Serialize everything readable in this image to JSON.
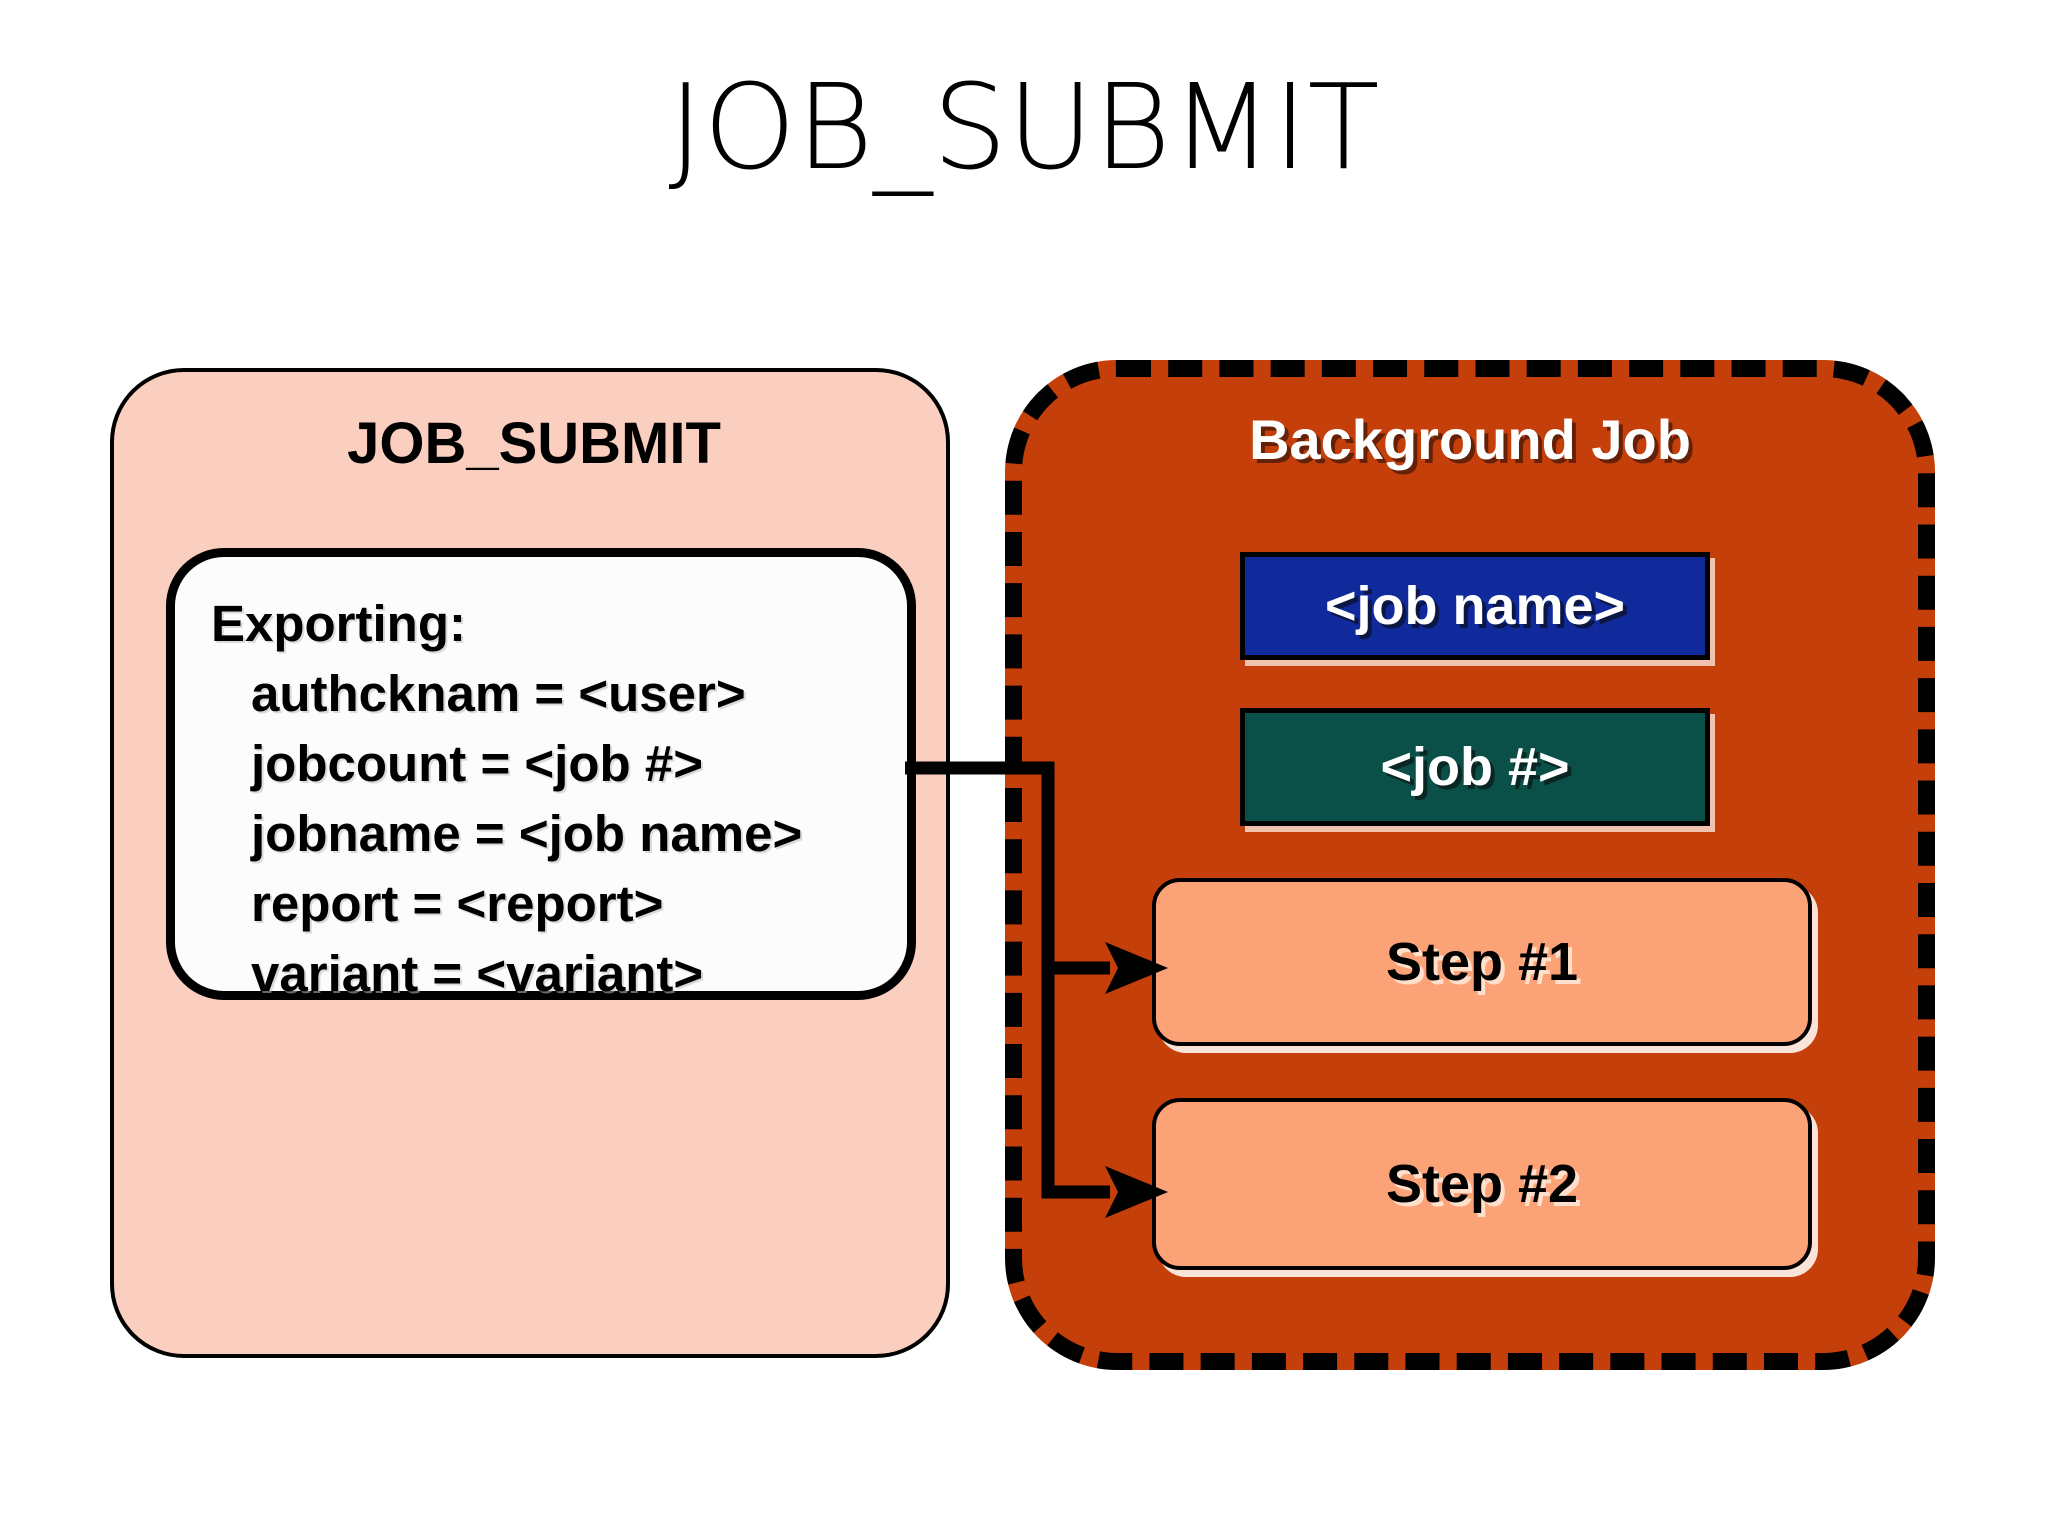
{
  "page": {
    "title": "JOB_SUBMIT",
    "background_color": "#FFFFFF"
  },
  "left_panel": {
    "name": "job-submit-panel",
    "title": "JOB_SUBMIT",
    "fill_color": "#FBCFBF",
    "border_color": "#000000",
    "exporting": {
      "heading": "Exporting:",
      "items": [
        "authcknam = <user>",
        "jobcount = <job #>",
        "jobname = <job name>",
        "report = <report>",
        "variant = <variant>"
      ],
      "box_fill": "#FCFCFC",
      "box_border": "#000000"
    }
  },
  "right_panel": {
    "name": "background-job-panel",
    "title": "Background Job",
    "fill_color": "#C53F0A",
    "border_color": "#000000",
    "border_style": "dashed",
    "title_color": "#FFFFFF",
    "boxes": [
      {
        "label": "<job name>",
        "fill": "#102A9B",
        "text_color": "#FFFFFF"
      },
      {
        "label": "<job #>",
        "fill": "#0A5049",
        "text_color": "#FFFFFF"
      }
    ],
    "steps": [
      {
        "label": "Step #1",
        "fill": "#FBA277",
        "text_color": "#000000"
      },
      {
        "label": "Step #2",
        "fill": "#FBA277",
        "text_color": "#000000"
      }
    ]
  },
  "connectors": {
    "name": "exporting-to-steps-connector",
    "color": "#000000",
    "arrow_targets": [
      "Step #1",
      "Step #2"
    ]
  }
}
